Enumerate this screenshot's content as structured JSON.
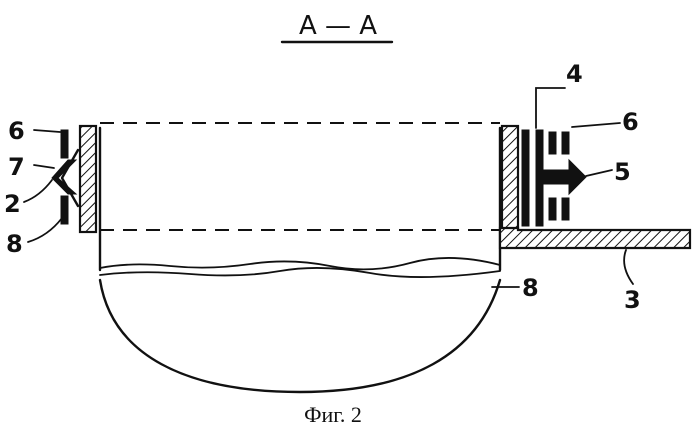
{
  "section_label": "А — А",
  "caption": "Фиг. 2",
  "callouts": {
    "c2": "2",
    "c3": "3",
    "c4": "4",
    "c5": "5",
    "c6_left": "6",
    "c6_right": "6",
    "c7": "7",
    "c8_left": "8",
    "c8_right": "8"
  }
}
